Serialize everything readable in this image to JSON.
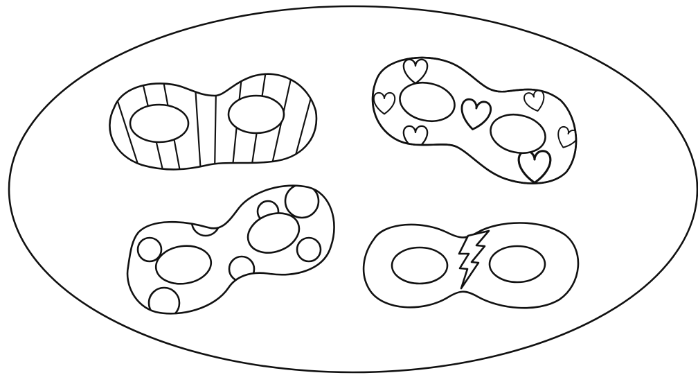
{
  "colors": {
    "background": "#ffffff",
    "stroke": "#111111",
    "fill": "#ffffff"
  },
  "diagram": {
    "container": {
      "shape": "ellipse"
    },
    "surfaces": [
      {
        "id": "striped",
        "pattern": "vertical-stripes",
        "holes": 2
      },
      {
        "id": "hearts",
        "pattern": "hearts",
        "holes": 2
      },
      {
        "id": "dots",
        "pattern": "circles",
        "holes": 2
      },
      {
        "id": "cracked",
        "pattern": "lightning-crack",
        "holes": 2
      }
    ]
  }
}
